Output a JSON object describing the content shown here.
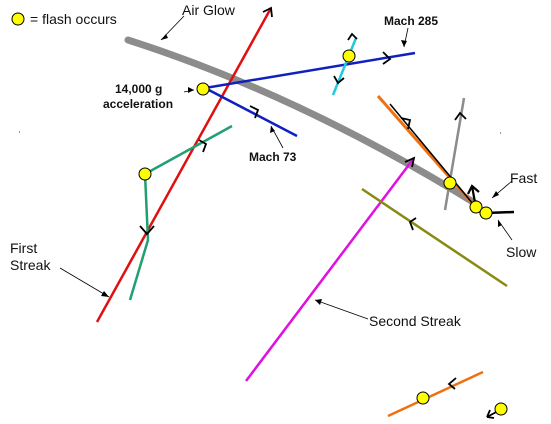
{
  "legend": {
    "marker_label": "= flash occurs",
    "marker_color": "#ffff00"
  },
  "labels": {
    "air_glow": "Air Glow",
    "mach_285": "Mach 285",
    "accel_line1": "14,000 g",
    "accel_line2": "acceleration",
    "mach_73": "Mach 73",
    "fast": "Fast",
    "slow": "Slow",
    "first_streak_line1": "First",
    "first_streak_line2": "Streak",
    "second_streak": "Second Streak"
  },
  "colors": {
    "air_glow": "#8c8c8c",
    "first_streak": "#e01010",
    "second_streak": "#e010e0",
    "mach_lines": "#1020c0",
    "cyan": "#20c8e0",
    "teal": "#20a070",
    "orange": "#f07010",
    "olive": "#8a8a10",
    "arrow": "#000000"
  }
}
